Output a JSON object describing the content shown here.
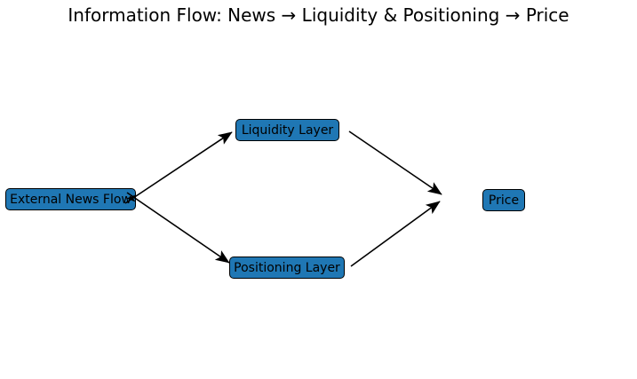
{
  "title": "Information Flow: News → Liquidity & Positioning → Price",
  "colors": {
    "background": "#ffffff",
    "node_fill": "#1f77b4",
    "node_border": "#000000",
    "arrow": "#000000",
    "text": "#000000"
  },
  "nodes": [
    {
      "id": "external-news-flow",
      "label": "External News Flow"
    },
    {
      "id": "liquidity-layer",
      "label": "Liquidity Layer"
    },
    {
      "id": "positioning-layer",
      "label": "Positioning Layer"
    },
    {
      "id": "price",
      "label": "Price"
    }
  ],
  "edges": [
    {
      "from": "external-news-flow",
      "to": "liquidity-layer"
    },
    {
      "from": "external-news-flow",
      "to": "positioning-layer"
    },
    {
      "from": "liquidity-layer",
      "to": "price"
    },
    {
      "from": "positioning-layer",
      "to": "price"
    }
  ]
}
